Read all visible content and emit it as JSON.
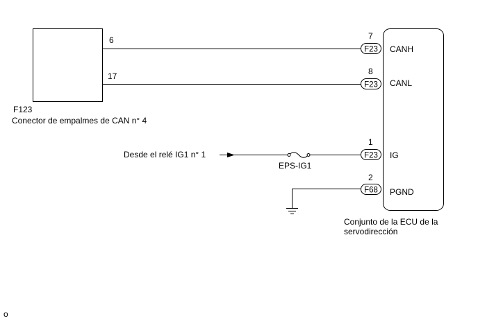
{
  "splice_connector": {
    "id": "F123",
    "name": "Conector de empalmes de CAN n° 4",
    "pins": [
      "6",
      "17"
    ]
  },
  "ecu": {
    "name_line1": "Conjunto de la ECU de la",
    "name_line2": "servodirección"
  },
  "circuits": [
    {
      "pin": "7",
      "connector": "F23",
      "signal": "CANH"
    },
    {
      "pin": "8",
      "connector": "F23",
      "signal": "CANL"
    },
    {
      "pin": "1",
      "connector": "F23",
      "signal": "IG"
    },
    {
      "pin": "2",
      "connector": "F68",
      "signal": "PGND"
    }
  ],
  "source_label": "Desde el relé IG1 n° 1",
  "fuse_label": "EPS-IG1",
  "footer_mark": "o"
}
